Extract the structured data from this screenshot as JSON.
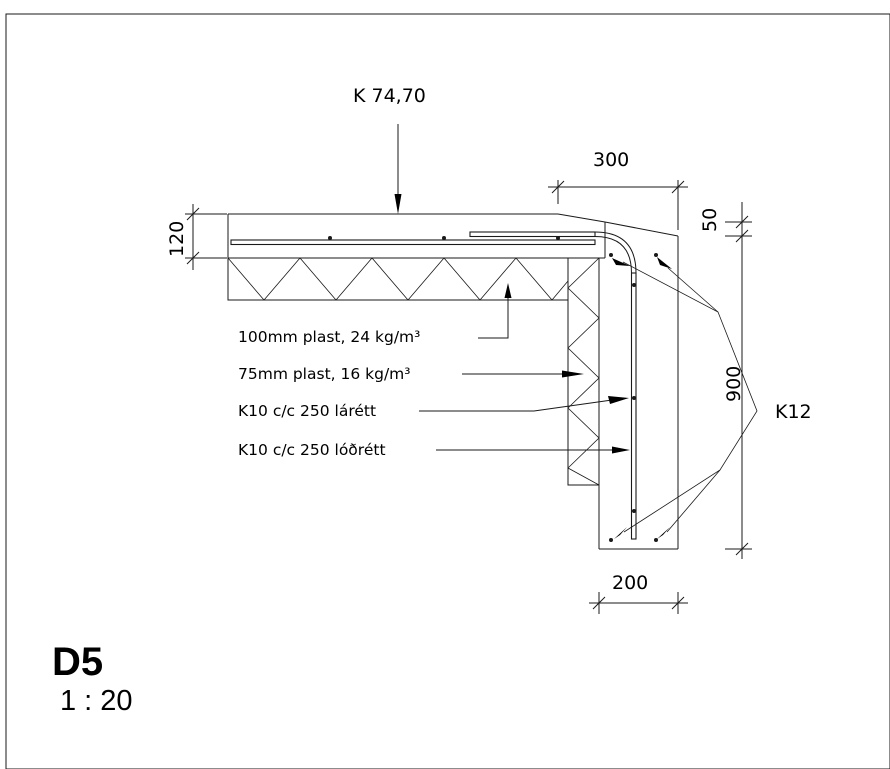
{
  "drawing": {
    "title": "D5",
    "scale": "1 : 20",
    "level_label": "K 74,70",
    "dimensions": {
      "slab_thickness": "120",
      "wall_width_top": "300",
      "top_offset": "50",
      "wall_height": "900",
      "wall_width_bottom": "200"
    },
    "callouts": {
      "insulation_horizontal": "100mm plast, 24 kg/m³",
      "insulation_vertical": "75mm plast, 16 kg/m³",
      "rebar_horizontal": "K10 c/c 250 lárétt",
      "rebar_vertical": "K10 c/c 250 lóðrétt",
      "corner_bars": "K12"
    }
  }
}
